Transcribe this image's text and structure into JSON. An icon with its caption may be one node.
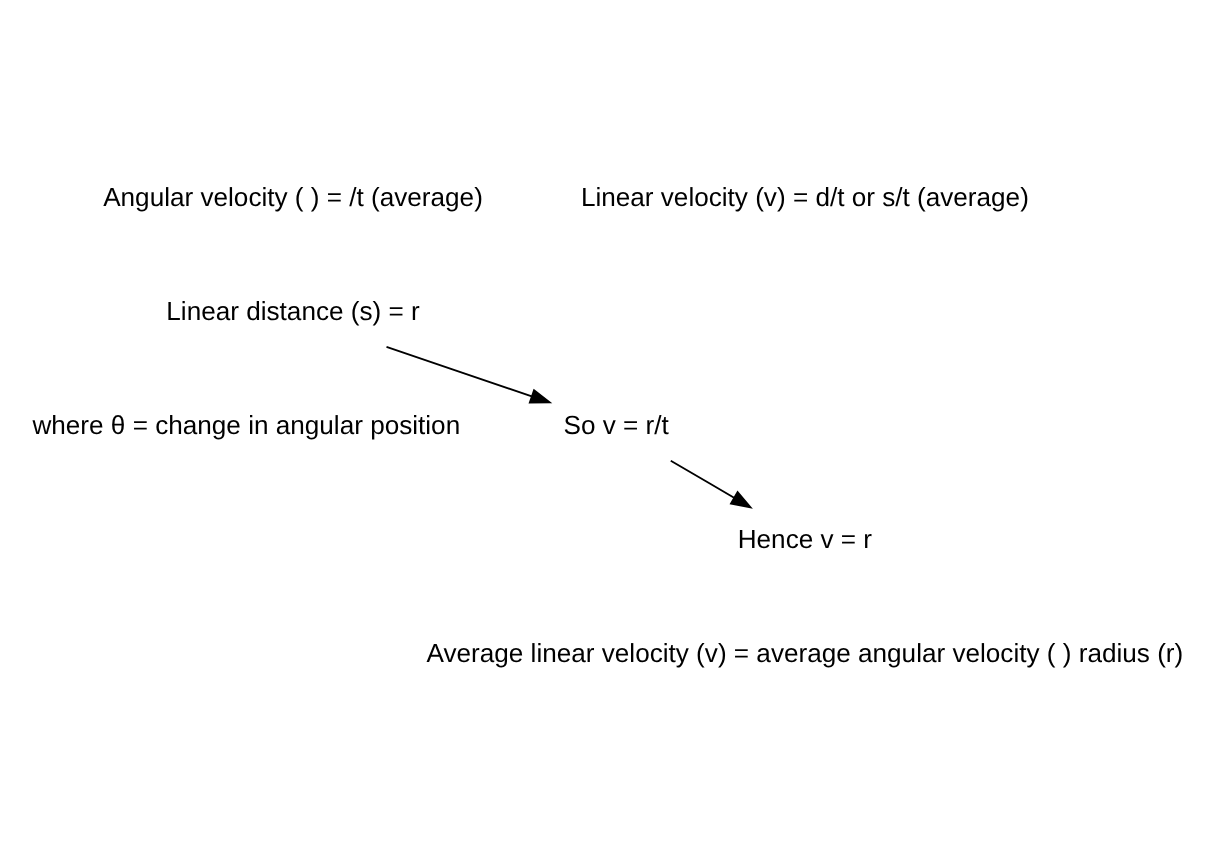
{
  "diagram": {
    "nodes": [
      {
        "text": [
          "Linear distance (s) = r"
        ]
      },
      {
        "text": [
          "So v = r/t"
        ]
      },
      {
        "text": [
          "Hence v = r"
        ]
      }
    ],
    "edges": [
      {
        "from": 0,
        "to": 1,
        "arrow": "to"
      },
      {
        "from": 1,
        "to": 2,
        "arrow": "to"
      }
    ],
    "labels": [
      "Angular velocity ( ) = /t (average)",
      "Linear velocity (v) = d/t or s/t (average)",
      "where θ = change in angular position",
      "Average linear velocity (v) = average angular velocity ( ) radius (r)"
    ]
  }
}
